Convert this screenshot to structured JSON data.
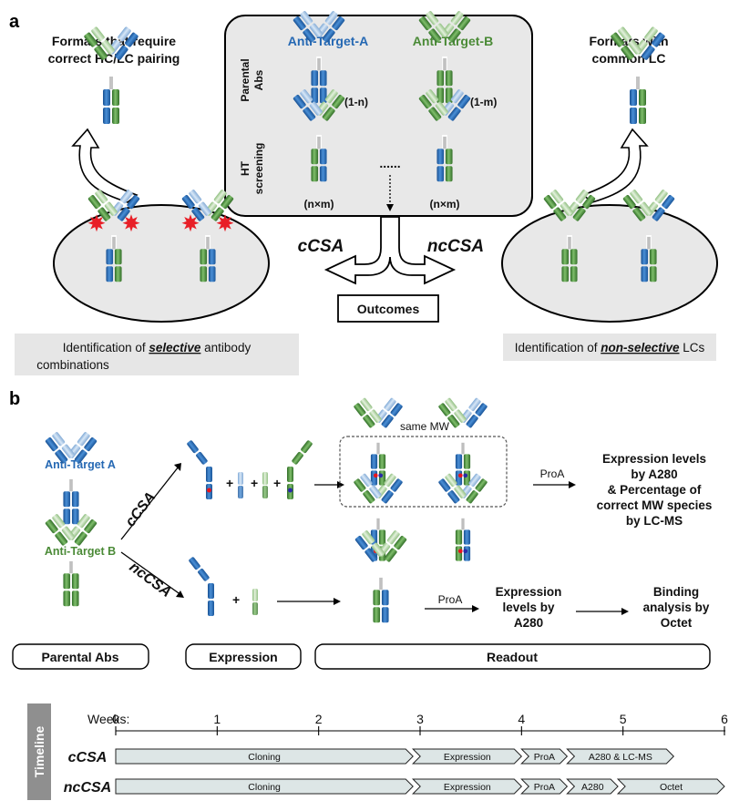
{
  "panel_a": {
    "label": "a",
    "left": {
      "heading_line1": "Formats that require",
      "heading_line2": "correct HC/LC pairing",
      "caption_pre": "Identification of ",
      "caption_key": "selective",
      "caption_post": " antibody",
      "caption_line2": "combinations"
    },
    "right": {
      "heading_line1": "Formats with",
      "heading_line2": "common LC",
      "caption_pre": "Identification of ",
      "caption_key": "non-selective",
      "caption_post": " LCs"
    },
    "center": {
      "target_a": "Anti-Target-A",
      "target_b": "Anti-Target-B",
      "row1_label_line1": "Parental",
      "row1_label_line2": "Abs",
      "row2_label_line1": "HT",
      "row2_label_line2": "screening",
      "count_a": "(1-n)",
      "count_b": "(1-m)",
      "combo_left": "(n×m)",
      "combo_right": "(n×m)",
      "dots": "......"
    },
    "arrow_left_label": "cCSA",
    "arrow_right_label": "ncCSA",
    "outcomes": "Outcomes"
  },
  "panel_b": {
    "label": "b",
    "target_a": "Anti-Target A",
    "target_b": "Anti-Target B",
    "ccsa": "cCSA",
    "ncCSA": "ncCSA",
    "plus": "+",
    "same_mw": "same MW",
    "proa_top": "ProA",
    "proa_bottom": "ProA",
    "readout_top": [
      "Expression levels",
      "by A280",
      "& Percentage of",
      "correct MW species",
      "by LC-MS"
    ],
    "readout_mid": [
      "Expression",
      "levels by",
      "A280"
    ],
    "readout_right": [
      "Binding",
      "analysis by",
      "Octet"
    ],
    "stage_boxes": [
      "Parental Abs",
      "Expression",
      "Readout"
    ]
  },
  "timeline": {
    "side_label": "Timeline",
    "weeks_label": "Weeks:",
    "ticks": [
      "0",
      "1",
      "2",
      "3",
      "4",
      "5",
      "6"
    ],
    "rows": [
      {
        "label": "cCSA",
        "segments": [
          {
            "name": "Cloning",
            "start": 0,
            "end": 2.93
          },
          {
            "name": "Expression",
            "start": 2.93,
            "end": 4.0
          },
          {
            "name": "ProA",
            "start": 4.0,
            "end": 4.45
          },
          {
            "name": "A280 & LC-MS",
            "start": 4.45,
            "end": 5.5
          }
        ]
      },
      {
        "label": "ncCSA",
        "segments": [
          {
            "name": "Cloning",
            "start": 0,
            "end": 2.93
          },
          {
            "name": "Expression",
            "start": 2.93,
            "end": 4.0
          },
          {
            "name": "ProA",
            "start": 4.0,
            "end": 4.45
          },
          {
            "name": "A280",
            "start": 4.45,
            "end": 4.95
          },
          {
            "name": "Octet",
            "start": 4.95,
            "end": 6.0
          }
        ]
      }
    ]
  },
  "colors": {
    "blue_dark": "#1f5fa8",
    "blue_mid": "#3f82c9",
    "blue_light": "#a9c9ea",
    "green_dark": "#3b7f31",
    "green_mid": "#6aa858",
    "green_light": "#bfdcb2",
    "target_a_text": "#2568b3",
    "target_b_text": "#4a8a36",
    "box_fill": "#e8e8e8",
    "caption_fill": "#e6e6e6",
    "timeline_fill": "#dde6e6",
    "timeline_side": "#8f8f8f",
    "spark": "#e8141c"
  }
}
